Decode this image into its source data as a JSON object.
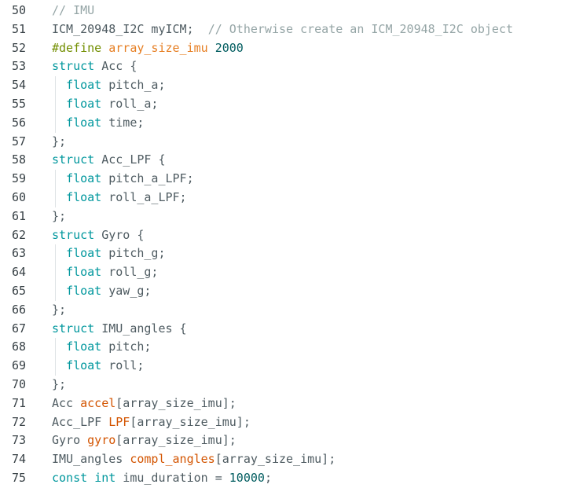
{
  "editor": {
    "lines": [
      {
        "number": "50",
        "indent": false,
        "tokens": [
          {
            "text": "// IMU",
            "kind": "comment"
          }
        ]
      },
      {
        "number": "51",
        "indent": false,
        "tokens": [
          {
            "text": "ICM_20948_I2C myICM;  ",
            "kind": "plain"
          },
          {
            "text": "// Otherwise create an ICM_20948_I2C object",
            "kind": "comment"
          }
        ]
      },
      {
        "number": "52",
        "indent": false,
        "tokens": [
          {
            "text": "#define ",
            "kind": "directive"
          },
          {
            "text": "array_size_imu",
            "kind": "macro"
          },
          {
            "text": " ",
            "kind": "plain"
          },
          {
            "text": "2000",
            "kind": "number"
          }
        ]
      },
      {
        "number": "53",
        "indent": false,
        "tokens": [
          {
            "text": "struct",
            "kind": "keyword"
          },
          {
            "text": " Acc {",
            "kind": "plain"
          }
        ]
      },
      {
        "number": "54",
        "indent": true,
        "tokens": [
          {
            "text": "  ",
            "kind": "plain"
          },
          {
            "text": "float",
            "kind": "keyword"
          },
          {
            "text": " pitch_a;",
            "kind": "plain"
          }
        ]
      },
      {
        "number": "55",
        "indent": true,
        "tokens": [
          {
            "text": "  ",
            "kind": "plain"
          },
          {
            "text": "float",
            "kind": "keyword"
          },
          {
            "text": " roll_a;",
            "kind": "plain"
          }
        ]
      },
      {
        "number": "56",
        "indent": true,
        "tokens": [
          {
            "text": "  ",
            "kind": "plain"
          },
          {
            "text": "float",
            "kind": "keyword"
          },
          {
            "text": " time;",
            "kind": "plain"
          }
        ]
      },
      {
        "number": "57",
        "indent": false,
        "tokens": [
          {
            "text": "};",
            "kind": "plain"
          }
        ]
      },
      {
        "number": "58",
        "indent": false,
        "tokens": [
          {
            "text": "struct",
            "kind": "keyword"
          },
          {
            "text": " Acc_LPF {",
            "kind": "plain"
          }
        ]
      },
      {
        "number": "59",
        "indent": true,
        "tokens": [
          {
            "text": "  ",
            "kind": "plain"
          },
          {
            "text": "float",
            "kind": "keyword"
          },
          {
            "text": " pitch_a_LPF;",
            "kind": "plain"
          }
        ]
      },
      {
        "number": "60",
        "indent": true,
        "tokens": [
          {
            "text": "  ",
            "kind": "plain"
          },
          {
            "text": "float",
            "kind": "keyword"
          },
          {
            "text": " roll_a_LPF;",
            "kind": "plain"
          }
        ]
      },
      {
        "number": "61",
        "indent": false,
        "tokens": [
          {
            "text": "};",
            "kind": "plain"
          }
        ]
      },
      {
        "number": "62",
        "indent": false,
        "tokens": [
          {
            "text": "struct",
            "kind": "keyword"
          },
          {
            "text": " Gyro {",
            "kind": "plain"
          }
        ]
      },
      {
        "number": "63",
        "indent": true,
        "tokens": [
          {
            "text": "  ",
            "kind": "plain"
          },
          {
            "text": "float",
            "kind": "keyword"
          },
          {
            "text": " pitch_g;",
            "kind": "plain"
          }
        ]
      },
      {
        "number": "64",
        "indent": true,
        "tokens": [
          {
            "text": "  ",
            "kind": "plain"
          },
          {
            "text": "float",
            "kind": "keyword"
          },
          {
            "text": " roll_g;",
            "kind": "plain"
          }
        ]
      },
      {
        "number": "65",
        "indent": true,
        "tokens": [
          {
            "text": "  ",
            "kind": "plain"
          },
          {
            "text": "float",
            "kind": "keyword"
          },
          {
            "text": " yaw_g;",
            "kind": "plain"
          }
        ]
      },
      {
        "number": "66",
        "indent": false,
        "tokens": [
          {
            "text": "};",
            "kind": "plain"
          }
        ]
      },
      {
        "number": "67",
        "indent": false,
        "tokens": [
          {
            "text": "struct",
            "kind": "keyword"
          },
          {
            "text": " IMU_angles {",
            "kind": "plain"
          }
        ]
      },
      {
        "number": "68",
        "indent": true,
        "tokens": [
          {
            "text": "  ",
            "kind": "plain"
          },
          {
            "text": "float",
            "kind": "keyword"
          },
          {
            "text": " pitch;",
            "kind": "plain"
          }
        ]
      },
      {
        "number": "69",
        "indent": true,
        "tokens": [
          {
            "text": "  ",
            "kind": "plain"
          },
          {
            "text": "float",
            "kind": "keyword"
          },
          {
            "text": " roll;",
            "kind": "plain"
          }
        ]
      },
      {
        "number": "70",
        "indent": false,
        "tokens": [
          {
            "text": "};",
            "kind": "plain"
          }
        ]
      },
      {
        "number": "71",
        "indent": false,
        "tokens": [
          {
            "text": "Acc ",
            "kind": "plain"
          },
          {
            "text": "accel",
            "kind": "var"
          },
          {
            "text": "[array_size_imu];",
            "kind": "plain"
          }
        ]
      },
      {
        "number": "72",
        "indent": false,
        "tokens": [
          {
            "text": "Acc_LPF ",
            "kind": "plain"
          },
          {
            "text": "LPF",
            "kind": "var"
          },
          {
            "text": "[array_size_imu];",
            "kind": "plain"
          }
        ]
      },
      {
        "number": "73",
        "indent": false,
        "tokens": [
          {
            "text": "Gyro ",
            "kind": "plain"
          },
          {
            "text": "gyro",
            "kind": "var"
          },
          {
            "text": "[array_size_imu];",
            "kind": "plain"
          }
        ]
      },
      {
        "number": "74",
        "indent": false,
        "tokens": [
          {
            "text": "IMU_angles ",
            "kind": "plain"
          },
          {
            "text": "compl_angles",
            "kind": "var"
          },
          {
            "text": "[array_size_imu];",
            "kind": "plain"
          }
        ]
      },
      {
        "number": "75",
        "indent": false,
        "tokens": [
          {
            "text": "const",
            "kind": "keyword"
          },
          {
            "text": " ",
            "kind": "plain"
          },
          {
            "text": "int",
            "kind": "keyword"
          },
          {
            "text": " imu_duration = ",
            "kind": "plain"
          },
          {
            "text": "10000",
            "kind": "number"
          },
          {
            "text": ";",
            "kind": "plain"
          }
        ]
      }
    ]
  },
  "colors": {
    "background": "#ffffff",
    "line_number": "#374045",
    "plain": "#4e5b61",
    "comment": "#95a5a6",
    "keyword": "#00979d",
    "directive": "#728e00",
    "macro": "#e67e22",
    "variable": "#d35400",
    "number": "#005c5f"
  }
}
